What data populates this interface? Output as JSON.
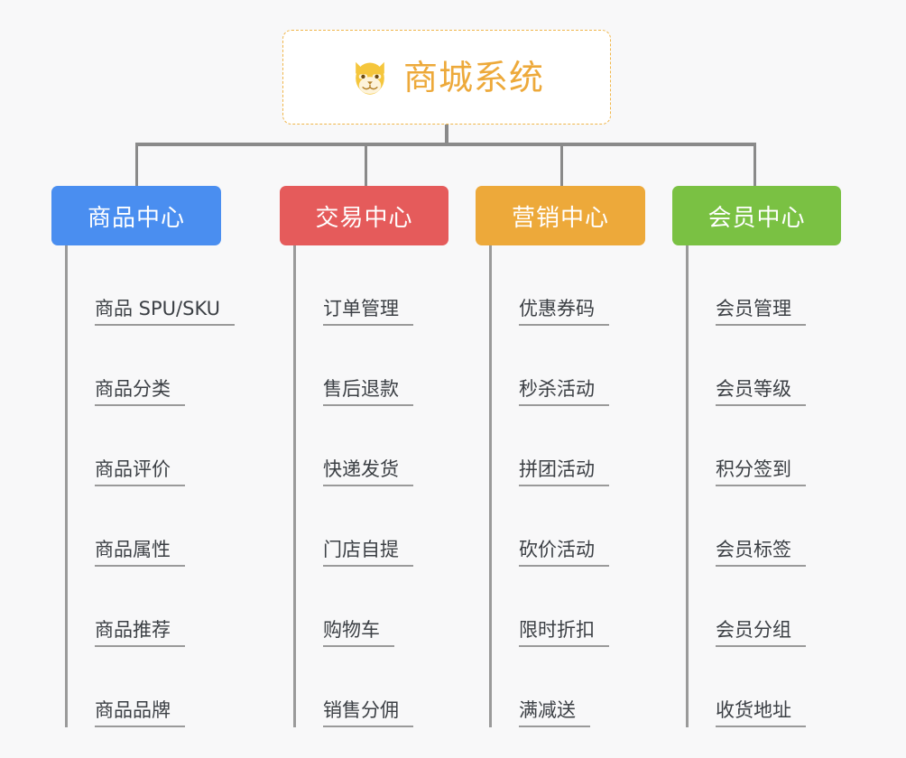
{
  "diagram": {
    "type": "mindmap-org-chart",
    "background_color": "#f8f8f9",
    "connector_color": "#8a8a8a"
  },
  "root": {
    "title": "商城系统",
    "logo_icon": "shiba-dog-face-icon",
    "border_color": "#f0b64a",
    "text_color": "#eda93a",
    "background_color": "#ffffff"
  },
  "branches": [
    {
      "label": "商品中心",
      "color": "#4a8ef0",
      "children": [
        {
          "label": "商品 SPU/SKU"
        },
        {
          "label": "商品分类"
        },
        {
          "label": "商品评价"
        },
        {
          "label": "商品属性"
        },
        {
          "label": "商品推荐"
        },
        {
          "label": "商品品牌"
        }
      ]
    },
    {
      "label": "交易中心",
      "color": "#e55b5b",
      "children": [
        {
          "label": "订单管理"
        },
        {
          "label": "售后退款"
        },
        {
          "label": "快递发货"
        },
        {
          "label": "门店自提"
        },
        {
          "label": "购物车"
        },
        {
          "label": "销售分佣"
        }
      ]
    },
    {
      "label": "营销中心",
      "color": "#eda93a",
      "children": [
        {
          "label": "优惠券码"
        },
        {
          "label": "秒杀活动"
        },
        {
          "label": "拼团活动"
        },
        {
          "label": "砍价活动"
        },
        {
          "label": "限时折扣"
        },
        {
          "label": "满减送"
        }
      ]
    },
    {
      "label": "会员中心",
      "color": "#7ac143",
      "children": [
        {
          "label": "会员管理"
        },
        {
          "label": "会员等级"
        },
        {
          "label": "积分签到"
        },
        {
          "label": "会员标签"
        },
        {
          "label": "会员分组"
        },
        {
          "label": "收货地址"
        }
      ]
    }
  ]
}
